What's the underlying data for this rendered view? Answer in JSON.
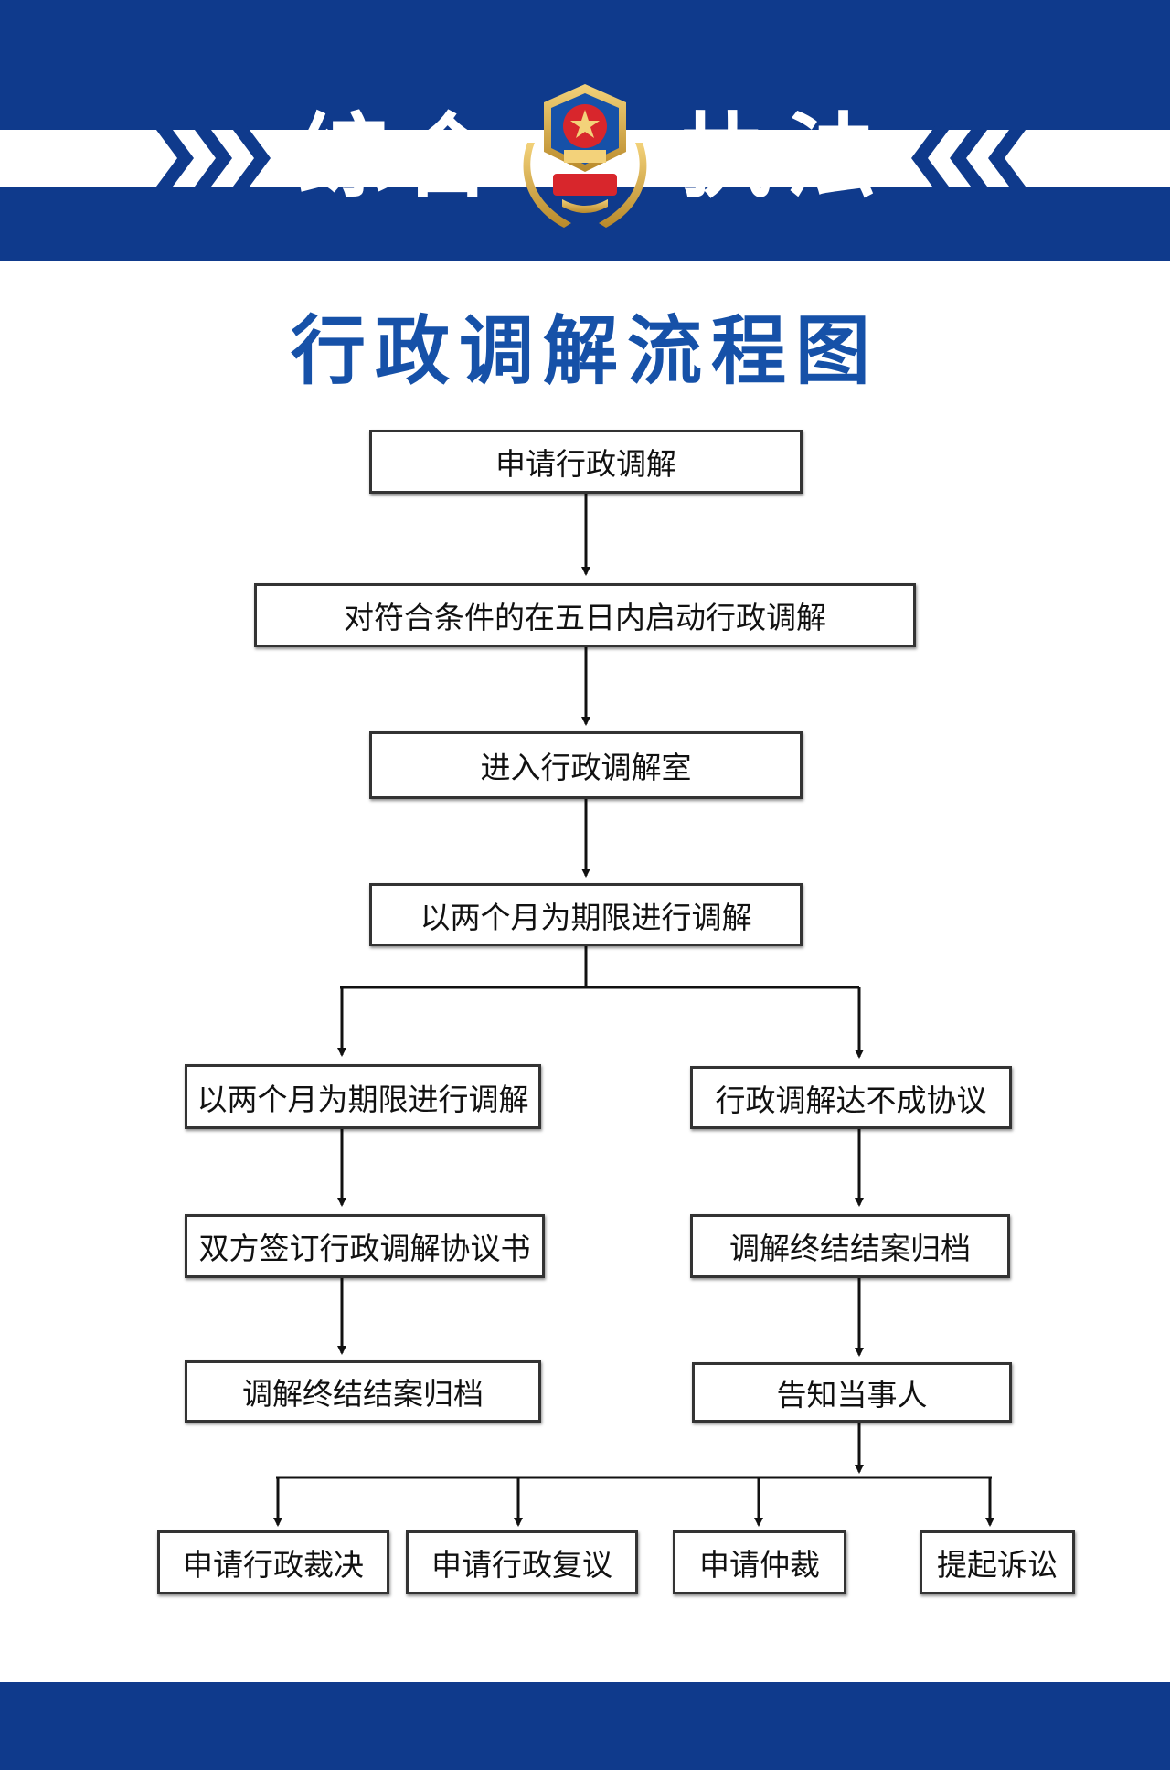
{
  "header": {
    "left_word": "综合",
    "right_word": "执法",
    "emblem_icon": "police-emblem",
    "colors": {
      "band": "#0f3a8c",
      "title": "#1651a8"
    }
  },
  "title": "行政调解流程图",
  "flow": {
    "apply": "申请行政调解",
    "start_within_five_days": "对符合条件的在五日内启动行政调解",
    "enter_room": "进入行政调解室",
    "two_month_limit": "以两个月为期限进行调解",
    "left_branch": {
      "step1": "以两个月为期限进行调解",
      "step2": "双方签订行政调解协议书",
      "step3": "调解终结结案归档"
    },
    "right_branch": {
      "step1": "行政调解达不成协议",
      "step2": "调解终结结案归档",
      "step3": "告知当事人"
    },
    "outcomes": [
      "申请行政裁决",
      "申请行政复议",
      "申请仲裁",
      "提起诉讼"
    ]
  }
}
